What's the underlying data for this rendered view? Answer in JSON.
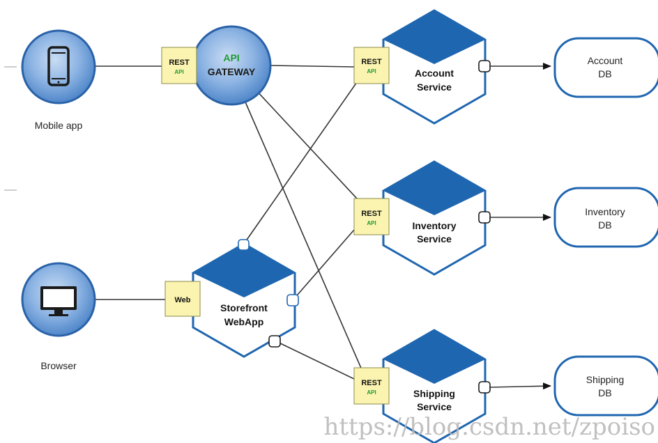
{
  "clients": {
    "mobile": {
      "label": "Mobile app",
      "icon": "mobile-phone-icon"
    },
    "browser": {
      "label": "Browser",
      "icon": "desktop-monitor-icon"
    }
  },
  "gateway": {
    "line1": "API",
    "line2": "GATEWAY"
  },
  "badges": {
    "rest": "REST",
    "api": "API",
    "web": "Web"
  },
  "services": {
    "account": {
      "line1": "Account",
      "line2": "Service"
    },
    "inventory": {
      "line1": "Inventory",
      "line2": "Service"
    },
    "shipping": {
      "line1": "Shipping",
      "line2": "Service"
    },
    "storefront": {
      "line1": "Storefront",
      "line2": "WebApp"
    }
  },
  "databases": {
    "account": {
      "line1": "Account",
      "line2": "DB"
    },
    "inventory": {
      "line1": "Inventory",
      "line2": "DB"
    },
    "shipping": {
      "line1": "Shipping",
      "line2": "DB"
    }
  },
  "watermark": "https://blog.csdn.net/zpoiso",
  "colors": {
    "hex_blue": "#1f66b0",
    "circle_blue": "#6e9ed6",
    "badge_fill": "#fbf4b0",
    "badge_api_green": "#1e9a33",
    "gateway_api_green": "#1e9a33",
    "line": "#333333"
  }
}
